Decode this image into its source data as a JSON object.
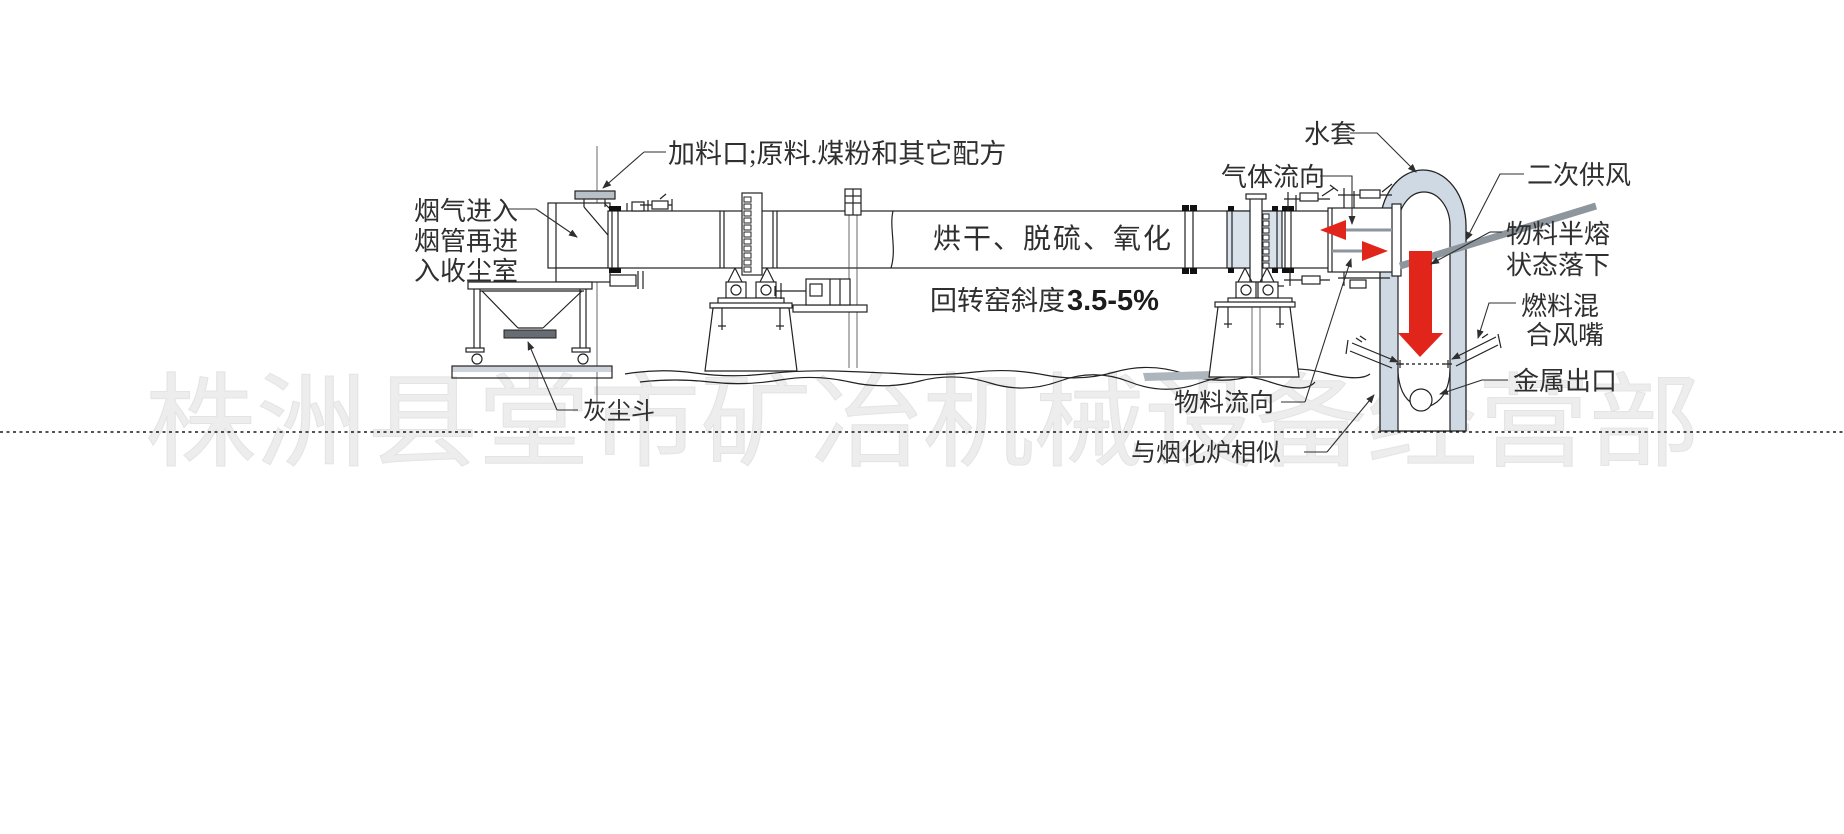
{
  "watermark": {
    "text": "株洲县堂市矿冶机械设备经营部",
    "color": "#ededed"
  },
  "diagram": {
    "labels": {
      "feed_inlet": "加料口;原料.煤粉和其它配方",
      "flue_gas_line1": "烟气进入",
      "flue_gas_line2": "烟管再进",
      "flue_gas_line3": "入收尘室",
      "kiln_process": "烘干、脱硫、氧化",
      "kiln_slope_prefix": "回转窑斜度",
      "kiln_slope_value": "3.5-5%",
      "gas_flow": "气体流向",
      "water_jacket": "水套",
      "secondary_air": "二次供风",
      "semi_molten_line1": "物料半熔",
      "semi_molten_line2": "状态落下",
      "fuel_nozzle_line1": "燃料混",
      "fuel_nozzle_line2": "合风嘴",
      "metal_outlet": "金属出口",
      "dust_hopper": "灰尘斗",
      "material_flow": "物料流向",
      "fuming_furnace_note": "与烟化炉相似"
    },
    "colors": {
      "arrow_red": "#e1251b",
      "water_jacket_fill": "#cfd9e3",
      "seal_band_fill": "#d9e1ea",
      "pipe_gray": "#8d959d",
      "flange_gray": "#b9c0c8",
      "outlet_flange_dark": "#666c72",
      "line_color": "#222222",
      "label_color": "#2f2f2f"
    }
  }
}
